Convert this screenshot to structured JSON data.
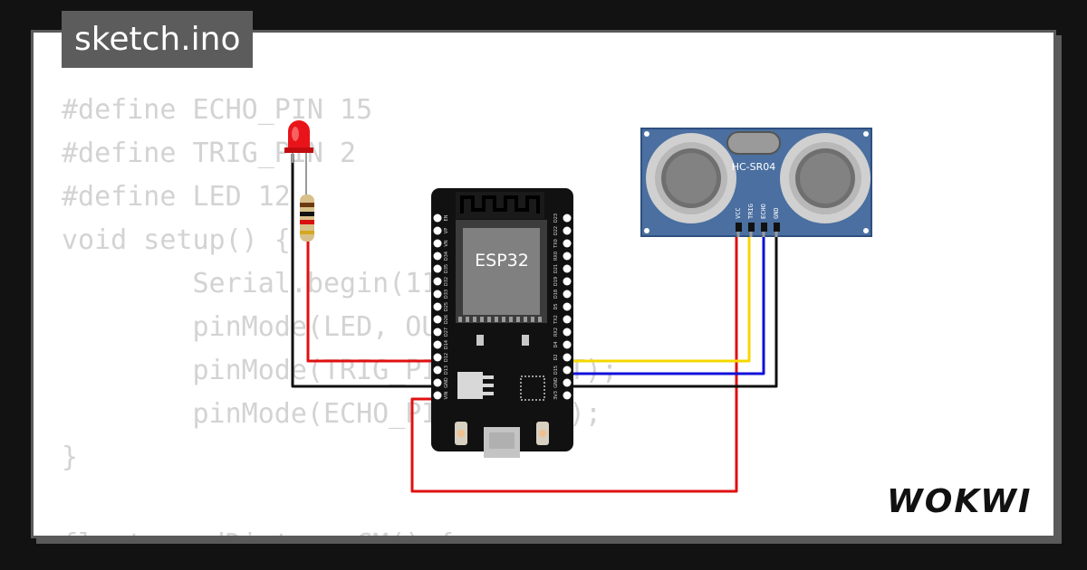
{
  "tab": {
    "title": "sketch.ino"
  },
  "code": {
    "lines": [
      "#define ECHO_PIN 15",
      "#define TRIG_PIN 2",
      "#define LED 12",
      "void setup() {",
      "        Serial.begin(115200);",
      "        pinMode(LED, OUTPUT);",
      "        pinMode(TRIG_PIN, OUTPUT);",
      "        pinMode(ECHO_PIN, INPUT);",
      "}",
      "",
      "float readDistanceCM() {"
    ]
  },
  "board": {
    "label": "ESP32",
    "left_pins": [
      "EN",
      "VP",
      "VN",
      "D34",
      "D35",
      "D32",
      "D33",
      "D25",
      "D26",
      "D27",
      "D14",
      "D12",
      "D13",
      "GND",
      "VIN"
    ],
    "right_pins": [
      "D23",
      "D22",
      "TX0",
      "RX0",
      "D21",
      "D19",
      "D18",
      "D5",
      "TX2",
      "RX2",
      "D4",
      "D2",
      "D15",
      "GND",
      "3V3"
    ]
  },
  "sensor": {
    "label": "HC-SR04",
    "pins": [
      "VCC",
      "TRIG",
      "ECHO",
      "GND"
    ]
  },
  "logo": {
    "text": "WOKWI"
  },
  "colors": {
    "background": "#121212",
    "card": "#ffffff",
    "tab": "#5c5c5c",
    "code_text": "#d3d3d3",
    "wire_red": "#e01010",
    "wire_yellow": "#f5d800",
    "wire_blue": "#1010d8",
    "wire_black": "#101010",
    "board": "#111111",
    "sensor": "#4a6fa0"
  }
}
